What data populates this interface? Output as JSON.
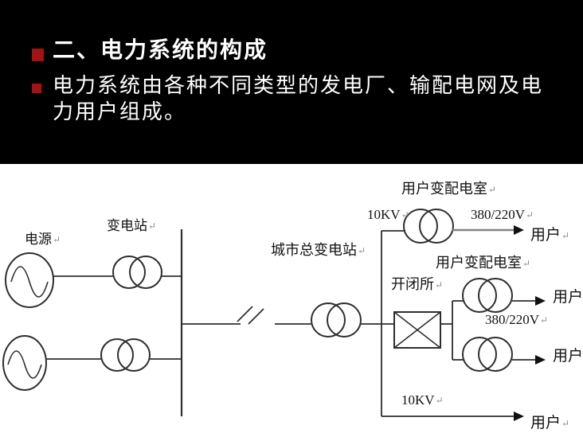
{
  "slide": {
    "title": "二、电力系统的构成",
    "body": {
      "line1": "电力系统由各种不同类型的发电厂、输配电网及电",
      "line2": "力用户组成。"
    },
    "colors": {
      "background": "#000000",
      "text": "#FFFFFF",
      "bullet": "#A01414"
    }
  },
  "diagram": {
    "colors": {
      "background": "#FFFFFF",
      "line": "#2E2E2E",
      "gray_arrow": "#828282"
    },
    "return_mark": "↵",
    "labels": {
      "power_source": "电源",
      "substation": "变电站",
      "city_main_substation": "城市总变电站",
      "user_room_top": "用户变配电室",
      "kv10_top": "10KV",
      "v380_220_top": "380/220V",
      "user_top": "用户",
      "user_room_mid": "用户变配电室",
      "switching_station": "开闭所",
      "v380_220_mid": "380/220V",
      "user_mid_upper": "用户",
      "user_mid_lower": "用户",
      "kv10_bottom": "10KV",
      "user_bottom": "用户"
    }
  }
}
